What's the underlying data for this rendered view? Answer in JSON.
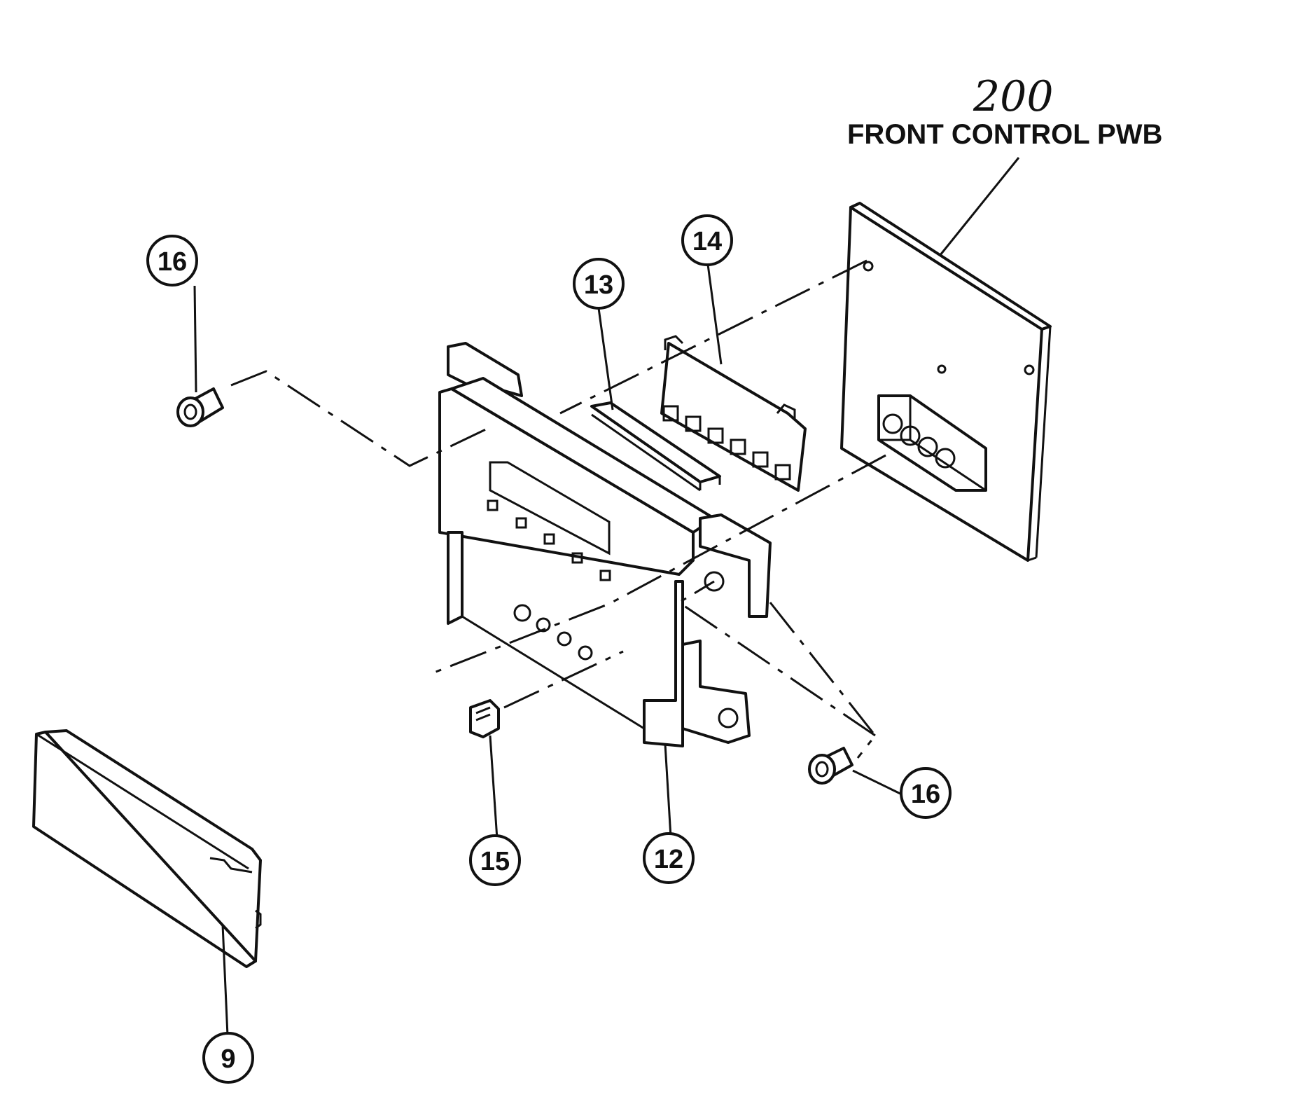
{
  "diagram": {
    "assembly_number": "200",
    "assembly_title": "FRONT CONTROL PWB",
    "callouts": [
      {
        "id": "c16a",
        "label": "16"
      },
      {
        "id": "c13",
        "label": "13"
      },
      {
        "id": "c14",
        "label": "14"
      },
      {
        "id": "c16b",
        "label": "16"
      },
      {
        "id": "c15",
        "label": "15"
      },
      {
        "id": "c12",
        "label": "12"
      },
      {
        "id": "c9",
        "label": "9"
      }
    ]
  }
}
